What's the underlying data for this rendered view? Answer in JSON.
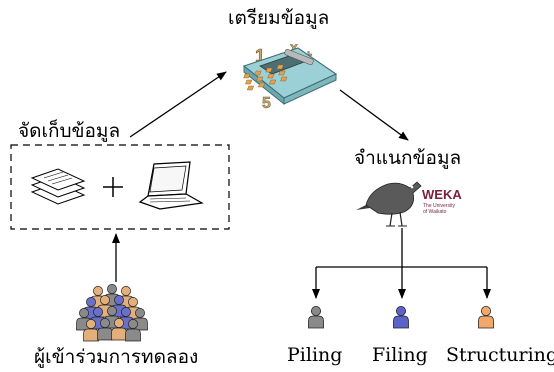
{
  "nodes": {
    "prepare": {
      "label": "เตรียมข้อมูล"
    },
    "collect": {
      "label": "จัดเก็บข้อมูล"
    },
    "classify": {
      "label": "จำแนกข้อมูล"
    },
    "participants": {
      "label": "ผู้เข้าร่วมการทดลอง"
    }
  },
  "weka": {
    "title": "WEKA",
    "line1": "The University",
    "line2": "of Waikato"
  },
  "outputs": [
    {
      "label": "Piling",
      "color": "#8a8a8a"
    },
    {
      "label": "Filing",
      "color": "#5b63c9"
    },
    {
      "label": "Structuring",
      "color": "#f2a86a"
    }
  ]
}
